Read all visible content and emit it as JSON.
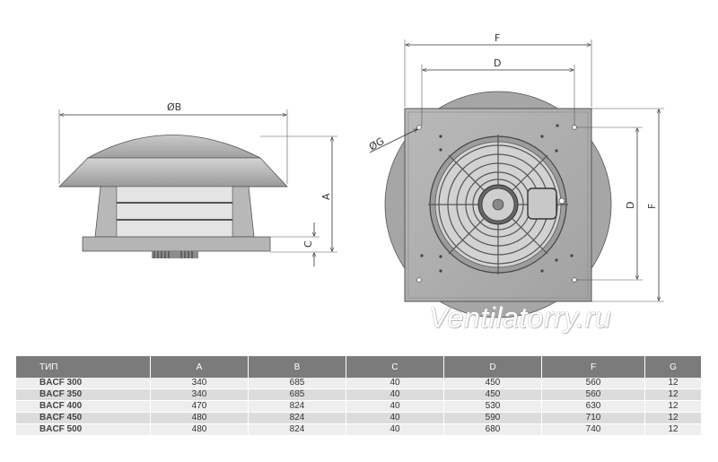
{
  "dimension_labels": {
    "left_diameter": "ØB",
    "left_height": "A",
    "left_base": "C",
    "right_top_outer": "F",
    "right_top_inner": "D",
    "right_hole": "ØG",
    "right_side_inner": "D",
    "right_side_outer": "F"
  },
  "watermark": "Ventilatorry.ru",
  "table": {
    "headers": [
      "ТИП",
      "A",
      "B",
      "C",
      "D",
      "F",
      "G"
    ],
    "rows": [
      [
        "BACF 300",
        "340",
        "685",
        "40",
        "450",
        "560",
        "12"
      ],
      [
        "BACF 350",
        "340",
        "685",
        "40",
        "450",
        "560",
        "12"
      ],
      [
        "BACF 400",
        "470",
        "824",
        "40",
        "530",
        "630",
        "12"
      ],
      [
        "BACF 450",
        "480",
        "824",
        "40",
        "590",
        "710",
        "12"
      ],
      [
        "BACF 500",
        "480",
        "824",
        "40",
        "680",
        "740",
        "12"
      ]
    ]
  },
  "colors": {
    "header_bg": "#7b7b7b",
    "row_light": "#eeeeee",
    "row_dark": "#dcdcdc",
    "drawing_fill": "#a8a8a8"
  }
}
